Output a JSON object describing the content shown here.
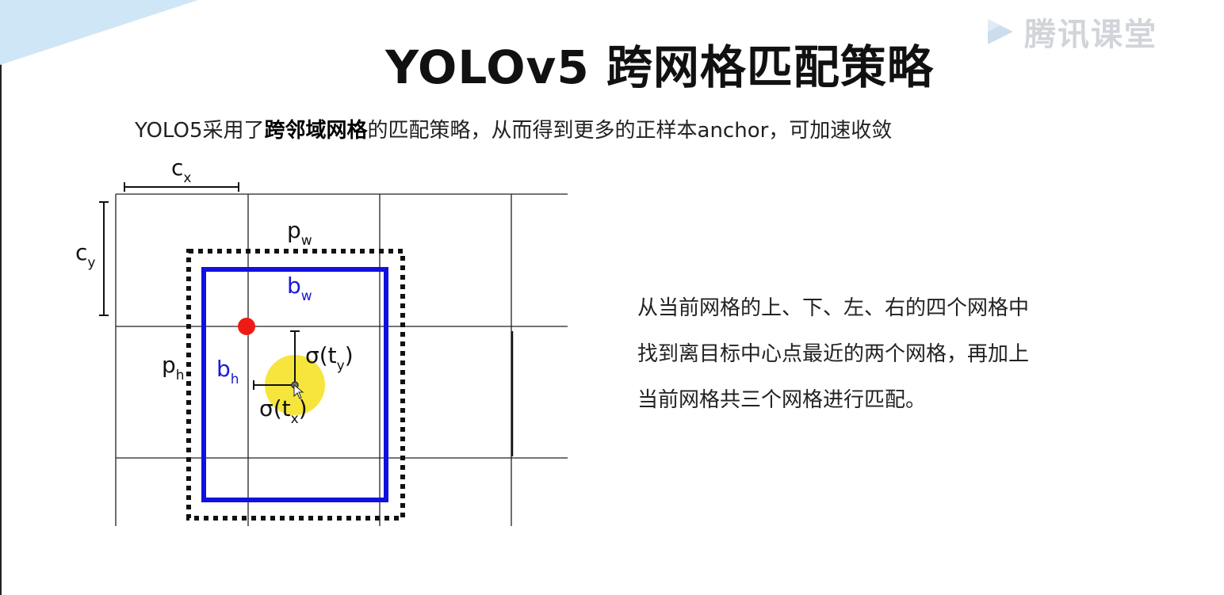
{
  "title": "YOLOv5 跨网格匹配策略",
  "subtitle": {
    "before": "YOLO5采用了",
    "bold": "跨邻域网格",
    "after": "的匹配策略，从而得到更多的正样本anchor，可加速收敛"
  },
  "side_text": [
    "从当前网格的上、下、左、右的四个网格中",
    "找到离目标中心点最近的两个网格，再加上",
    "当前网格共三个网格进行匹配。"
  ],
  "watermark": {
    "text": "腾讯课堂",
    "icon": "play-icon"
  },
  "diagram_labels": {
    "cx": {
      "base": "c",
      "sub": "x"
    },
    "cy": {
      "base": "c",
      "sub": "y"
    },
    "pw": {
      "base": "p",
      "sub": "w"
    },
    "ph": {
      "base": "p",
      "sub": "h"
    },
    "bw": {
      "base": "b",
      "sub": "w"
    },
    "bh": {
      "base": "b",
      "sub": "h"
    },
    "sigma_ty": {
      "prefix": "σ(t",
      "sub": "y",
      "suffix": ")"
    },
    "sigma_tx": {
      "prefix": "σ(t",
      "sub": "x",
      "suffix": ")"
    }
  },
  "colors": {
    "box_blue": "#1010e0",
    "label_blue": "#1a1ad6",
    "grid": "#222222",
    "anchor_dot": "#ee1b14",
    "cursor_highlight": "#f4e11a",
    "corner_wedge": "#cfe6f7"
  }
}
